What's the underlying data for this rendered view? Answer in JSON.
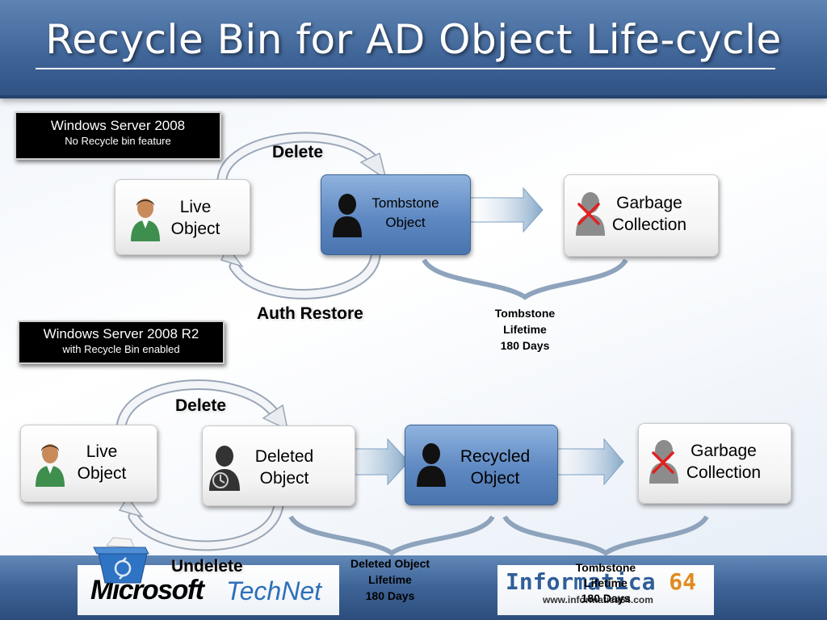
{
  "slide": {
    "title": "Recycle Bin for AD Object Life-cycle"
  },
  "section_2008": {
    "label_main": "Windows Server 2008",
    "label_sub": "No Recycle bin feature",
    "nodes": {
      "live": [
        "Live",
        "Object"
      ],
      "tombstone": [
        "Tombstone",
        "Object"
      ],
      "garbage": [
        "Garbage",
        "Collection"
      ]
    },
    "arrows": {
      "delete": "Delete",
      "auth_restore": "Auth Restore"
    },
    "lifetime": [
      "Tombstone",
      "Lifetime",
      "180 Days"
    ]
  },
  "section_2008r2": {
    "label_main": "Windows Server 2008 R2",
    "label_sub": "with Recycle Bin enabled",
    "nodes": {
      "live": [
        "Live",
        "Object"
      ],
      "deleted": [
        "Deleted",
        "Object"
      ],
      "recycled": [
        "Recycled",
        "Object"
      ],
      "garbage": [
        "Garbage",
        "Collection"
      ]
    },
    "arrows": {
      "delete": "Delete",
      "undelete": "Undelete"
    },
    "deleted_lifetime": [
      "Deleted Object",
      "Lifetime",
      "180 Days"
    ],
    "tombstone_lifetime": [
      "Tombstone",
      "Lifetime",
      "180 Days"
    ]
  },
  "footer": {
    "microsoft": "Microsoft",
    "technet": "TechNet",
    "informatica": "Informatica",
    "informatica_num": "64",
    "informatica_url": "www.informatica64.com"
  },
  "colors": {
    "title_band": "#3f6497",
    "node_blue": "#5e88c2",
    "person_green": "#3e8e4e",
    "x_red": "#e02020",
    "technet_blue": "#2d6fb8",
    "inf_orange": "#e08b1e"
  },
  "icons": [
    "person-green-icon",
    "person-black-icon",
    "person-gray-icon",
    "red-x-icon",
    "recycle-bin-icon"
  ]
}
